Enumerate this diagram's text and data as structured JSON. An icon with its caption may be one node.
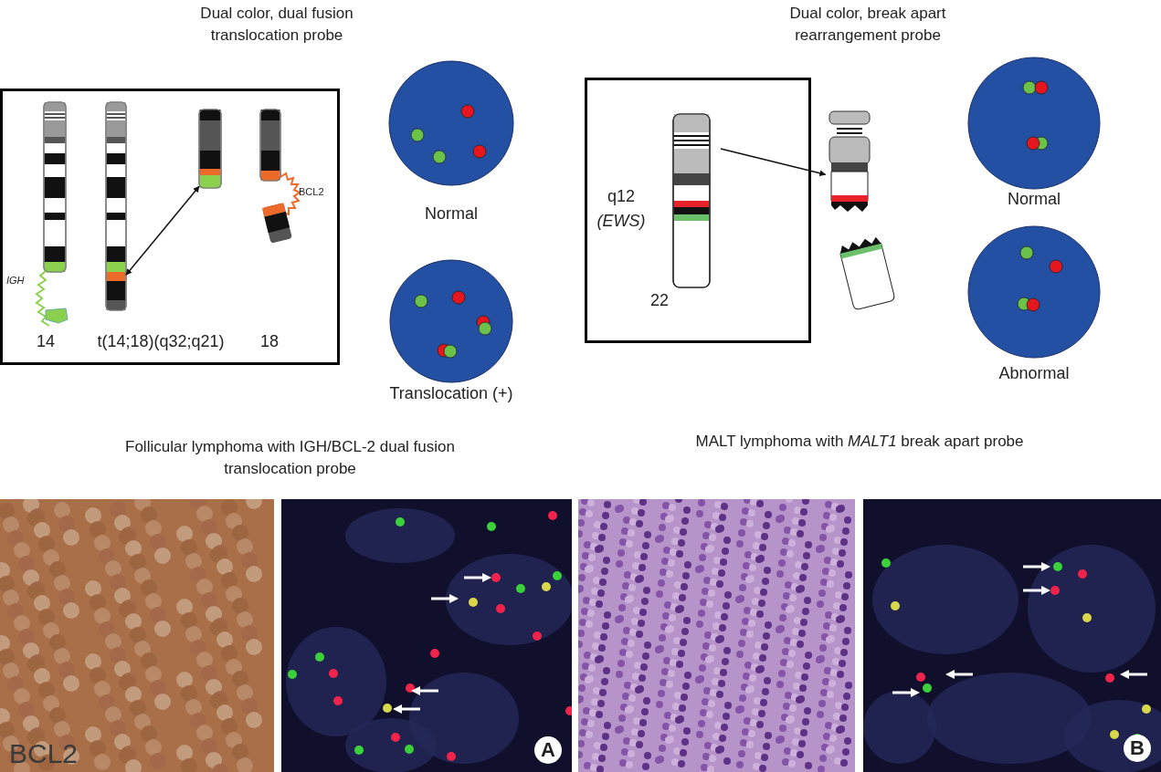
{
  "diagram": {
    "nodes": [
      {
        "text": [],
        "shape": "box"
      },
      {
        "text": [],
        "shape": "picture",
        "in": 0
      },
      {
        "text": [],
        "shape": "picture",
        "in": 0
      },
      {
        "text": [],
        "shape": "box"
      },
      {
        "text": [],
        "shape": "picture",
        "in": 3
      },
      {
        "text": [],
        "shape": "picture"
      }
    ],
    "edges": [
      {
        "from": 1,
        "to": 2,
        "arrow": "both"
      },
      {
        "from": 4,
        "to": 5,
        "arrow": "to"
      }
    ],
    "labels": [
      "Dual color, dual fusion translocation probe",
      "IGH",
      "BCL2",
      "14",
      "t(14;18)(q32;q21)",
      "18",
      "Normal",
      "Translocation (+)",
      "Dual color, break apart rearrangement probe",
      "q12",
      "(EWS)",
      "22",
      "Normal",
      "Abnormal",
      "Follicular lymphoma with IGH/BCL-2 dual fusion translocation probe",
      "MALT lymphoma with *MALT1* break apart probe",
      "BCL2",
      "A",
      "B"
    ]
  }
}
